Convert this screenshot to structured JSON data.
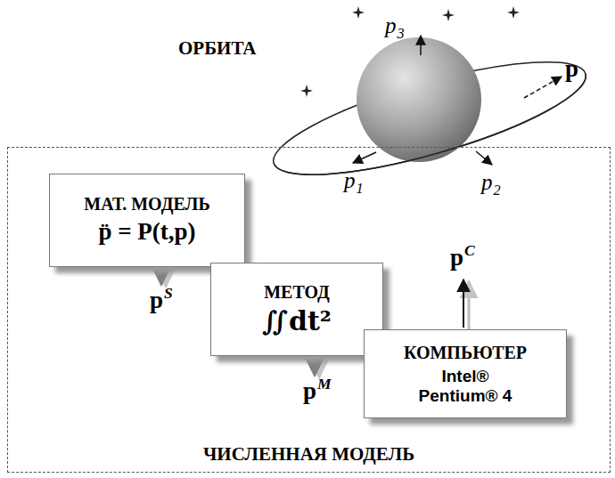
{
  "diagram": {
    "nodes": [
      {
        "text": [
          "ЧИСЛЕННАЯ МОДЕЛЬ"
        ]
      },
      {
        "text": [
          "МАТ. МОДЕЛЬ",
          "p̈ = P(t,p)"
        ],
        "in": 0
      },
      {
        "text": [
          "МЕТОД",
          "∬dt²"
        ],
        "in": 0
      },
      {
        "text": [
          "КОМПЬЮТЕР",
          "Intel® Pentium® 4"
        ],
        "in": 0
      }
    ],
    "labels": [
      "ОРБИТА",
      "p3",
      "p",
      "p1",
      "p2",
      "pS",
      "pM",
      "pC"
    ]
  }
}
